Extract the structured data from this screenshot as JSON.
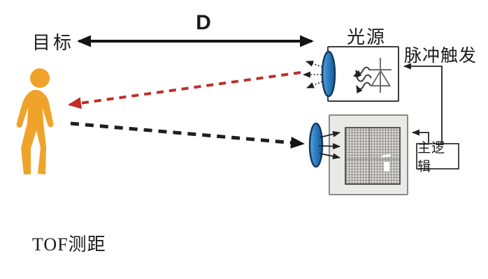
{
  "diagram": {
    "caption": "TOF测距",
    "target_label": "目标",
    "distance_label": "D",
    "light_source_label": "光源",
    "pulse_trigger_label": "脉冲触发",
    "main_logic_label": "主逻辑",
    "colors": {
      "person": "#F0A32A",
      "emitted_ray": "#BE2F28",
      "reflected_ray": "#1F1F1F",
      "distance_arrow": "#141414",
      "lens_fill": "#2B7CC2",
      "lens_edge_fill": "#1B5A94",
      "lens_stroke": "#123A5E",
      "arrow_black": "#222222",
      "symbol_gray": "#6E6E6E",
      "wave_gray": "#3D3D3D",
      "connector": "#3A3A3A"
    }
  }
}
